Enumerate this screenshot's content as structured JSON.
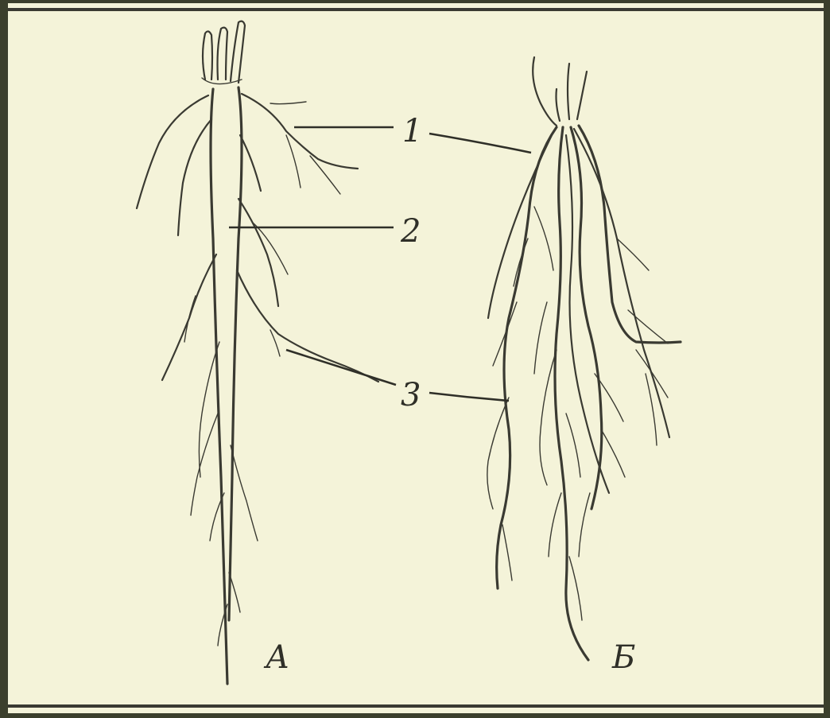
{
  "labels": {
    "num_1": "1",
    "num_2": "2",
    "num_3": "3",
    "letter_a": "А",
    "letter_b": "Б"
  },
  "colors": {
    "paper": "#f4f3d9",
    "ink": "#3a3a32",
    "border": "#3b3f2c"
  }
}
